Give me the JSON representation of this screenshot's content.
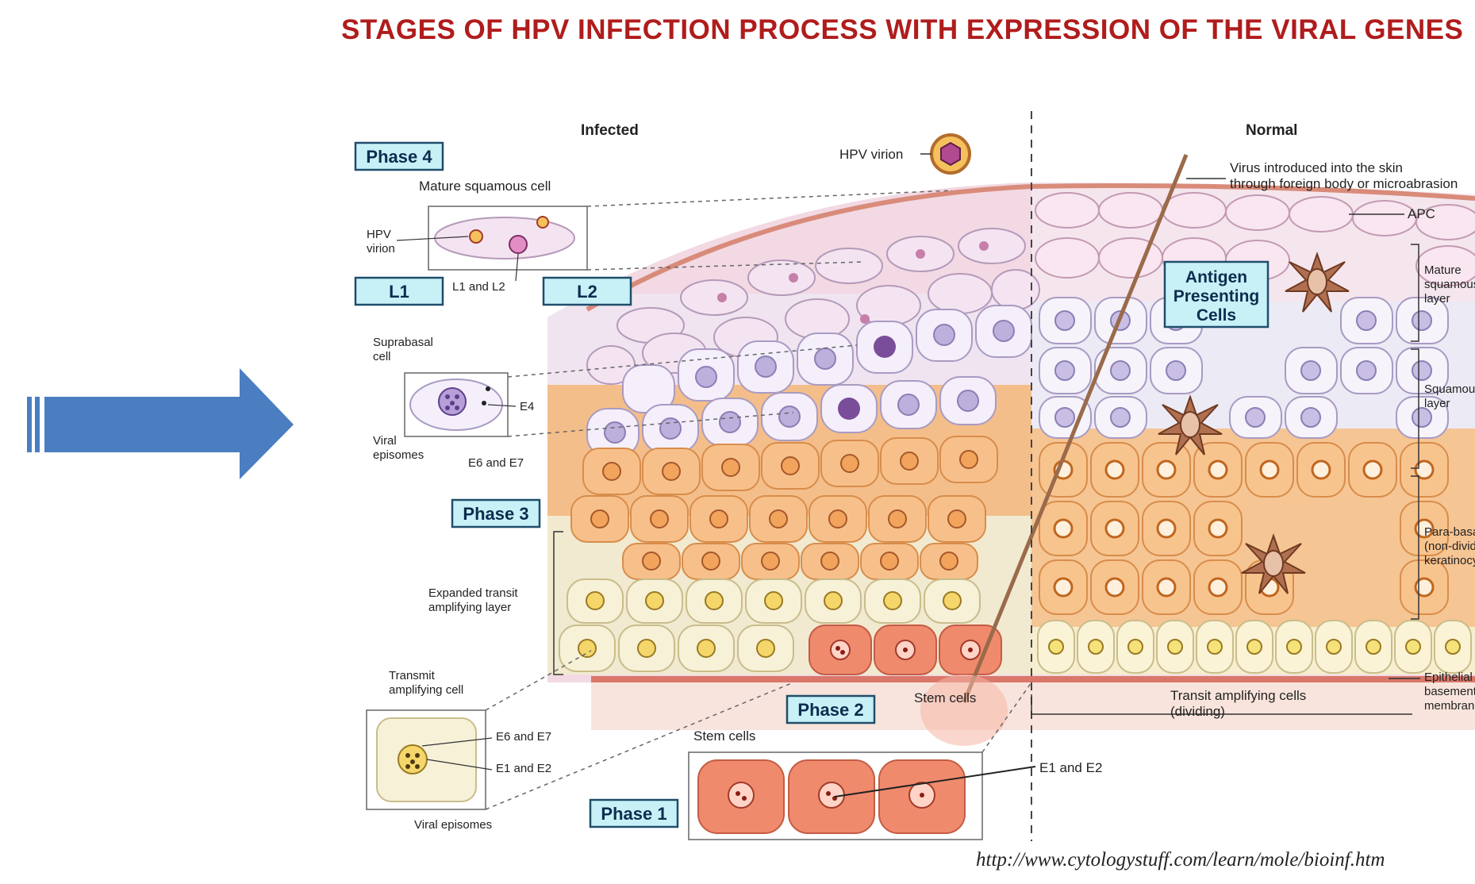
{
  "slide": {
    "title": "STAGES OF HPV INFECTION PROCESS WITH EXPRESSION  OF THE VIRAL GENES",
    "source": "http://www.cytologystuff.com/learn/mole/bioinf.htm",
    "arrow_icon": "right-arrow-icon",
    "arrow_color": "#4a7ec1",
    "title_color": "#b01c1c"
  },
  "diagram": {
    "headers": {
      "infected": "Infected",
      "normal": "Normal"
    },
    "phases": {
      "p1": "Phase 1",
      "p2": "Phase 2",
      "p3": "Phase 3",
      "p4": "Phase 4"
    },
    "tags": {
      "l1": "L1",
      "l2": "L2"
    },
    "apc": {
      "line1": "Antigen",
      "line2": "Presenting",
      "line3": "Cells"
    },
    "labels": {
      "hpv_virion": "HPV virion",
      "virus_intro_1": "Virus introduced into the skin",
      "virus_intro_2": "through foreign body or microabrasion",
      "apc": "APC",
      "mature_squamous_cell": "Mature squamous cell",
      "hpv_1": "HPV",
      "virion_1": "virion",
      "l1_and_l2": "L1 and L2",
      "suprabasal_1": "Suprabasal",
      "suprabasal_2": "cell",
      "e4": "E4",
      "viral_1": "Viral",
      "episomes_1": "episomes",
      "e6_e7_a": "E6 and E7",
      "expanded_1": "Expanded transit",
      "expanded_2": "amplifying layer",
      "transmit_1": "Transmit",
      "transmit_2": "amplifying cell",
      "e6_e7_b": "E6 and E7",
      "e1_e2_a": "E1 and E2",
      "viral_episomes_b": "Viral episomes",
      "stem_cells_a": "Stem cells",
      "stem_cells_b": "Stem cells",
      "e1_e2_b": "E1 and E2",
      "transit_1": "Transit amplifying cells",
      "transit_2": "(dividing)",
      "mature_layer_1": "Mature",
      "mature_layer_2": "squamous",
      "mature_layer_3": "layer",
      "squamous_1": "Squamous",
      "squamous_2": "layer",
      "parabasal_1": "Para-basal",
      "parabasal_2": "(non-dividing)",
      "parabasal_3": "keratinocytes",
      "epithelial_1": "Epithelial",
      "epithelial_2": "basement",
      "epithelial_3": "membrane"
    }
  }
}
